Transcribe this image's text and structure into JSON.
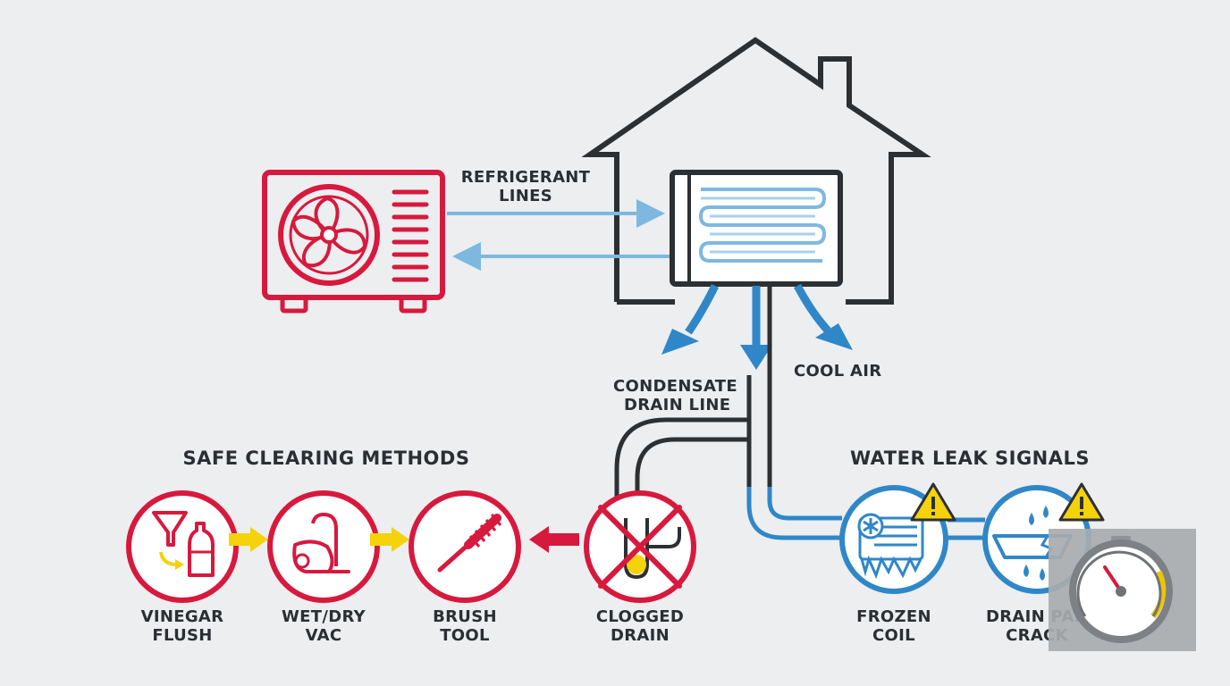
{
  "labels": {
    "refrigerant": [
      "REFRIGERANT",
      "LINES"
    ],
    "condensate": [
      "CONDENSATE",
      "DRAIN LINE"
    ],
    "cool_air": "COOL AIR"
  },
  "sections": {
    "safe_clearing": "SAFE CLEARING METHODS",
    "leak_signals": "WATER LEAK SIGNALS"
  },
  "methods": [
    [
      "VINEGAR",
      "FLUSH"
    ],
    [
      "WET/DRY",
      "VAC"
    ],
    [
      "BRUSH",
      "TOOL"
    ],
    [
      "CLOGGED",
      "DRAIN"
    ]
  ],
  "signals": [
    [
      "FROZEN",
      "COIL"
    ],
    [
      "DRAIN PAN",
      "CRACK"
    ]
  ],
  "colors": {
    "red": "#d7193d",
    "blue": "#2f87c8",
    "light_blue": "#7eb8e0",
    "dark": "#2d3033",
    "yellow": "#f5d20a"
  }
}
